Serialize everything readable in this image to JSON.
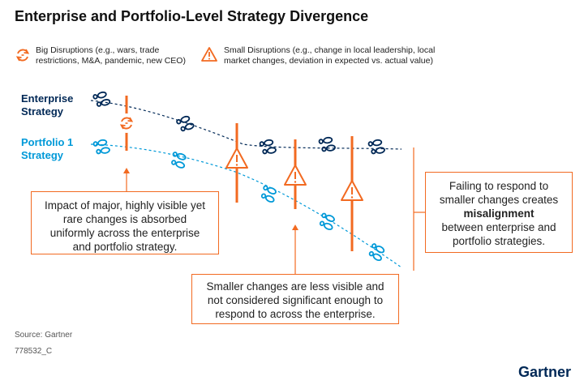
{
  "title": "Enterprise and Portfolio-Level Strategy Divergence",
  "legend": {
    "big": {
      "icon": "refresh-icon",
      "text": "Big Disruptions (e.g., wars, trade restrictions, M&A, pandemic, new CEO)"
    },
    "small": {
      "icon": "warning-triangle-icon",
      "text": "Small Disruptions (e.g., change in local leadership, local market changes, deviation in expected vs. actual value)"
    }
  },
  "lanes": {
    "enterprise": {
      "label": "Enterprise Strategy",
      "color": "#002856"
    },
    "portfolio": {
      "label": "Portfolio 1 Strategy",
      "color": "#0099d8"
    }
  },
  "callouts": {
    "major": "Impact of major, highly visible yet rare changes is absorbed uniformly across the enterprise and portfolio strategy.",
    "smaller": "Smaller changes are less visible and not considered significant enough to respond to across the enterprise.",
    "failing_pre": "Failing to respond to smaller changes creates",
    "failing_bold": "misalignment",
    "failing_post": "between enterprise and portfolio strategies."
  },
  "footer": {
    "source": "Source: Gartner",
    "code": "778532_C",
    "brand": "Gartner"
  },
  "colors": {
    "accent": "#f26a21",
    "enterprise": "#002856",
    "portfolio": "#0099d8"
  }
}
